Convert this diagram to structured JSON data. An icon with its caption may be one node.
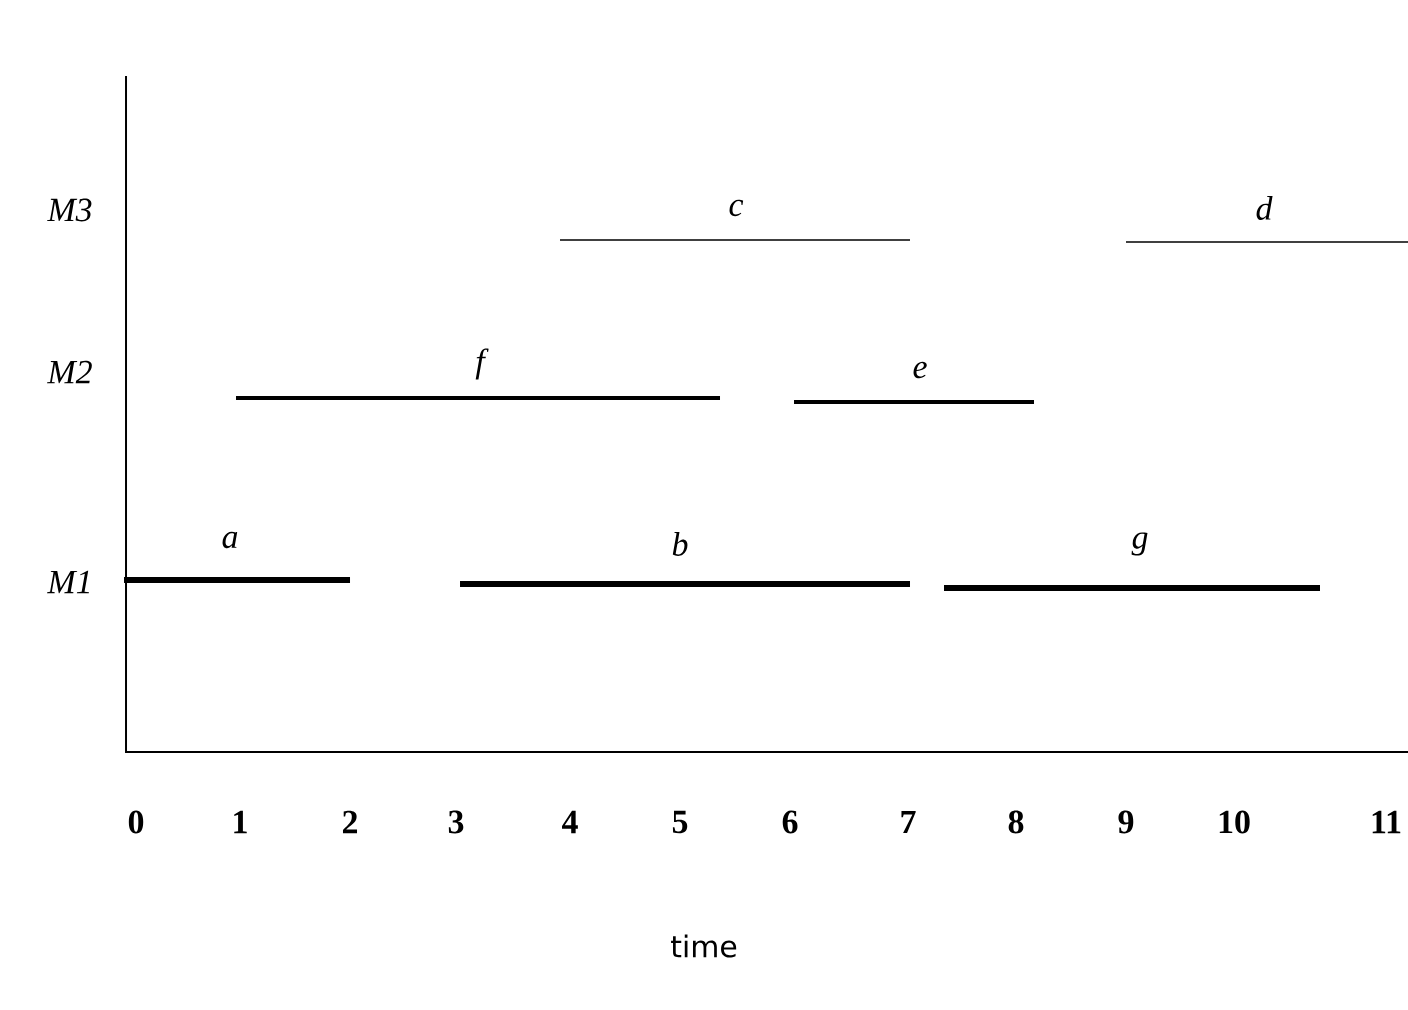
{
  "diagram": {
    "nodes": [
      {
        "text": [
          "c"
        ]
      },
      {
        "text": [
          "d"
        ]
      },
      {
        "text": [
          "f"
        ]
      },
      {
        "text": [
          "e"
        ]
      },
      {
        "text": [
          "a"
        ]
      },
      {
        "text": [
          "b"
        ]
      },
      {
        "text": [
          "g"
        ]
      }
    ],
    "labels": [
      "M3",
      "M2",
      "M1",
      "0",
      "1",
      "2",
      "3",
      "4",
      "5",
      "6",
      "7",
      "8",
      "9",
      "10",
      "11",
      "time"
    ]
  }
}
